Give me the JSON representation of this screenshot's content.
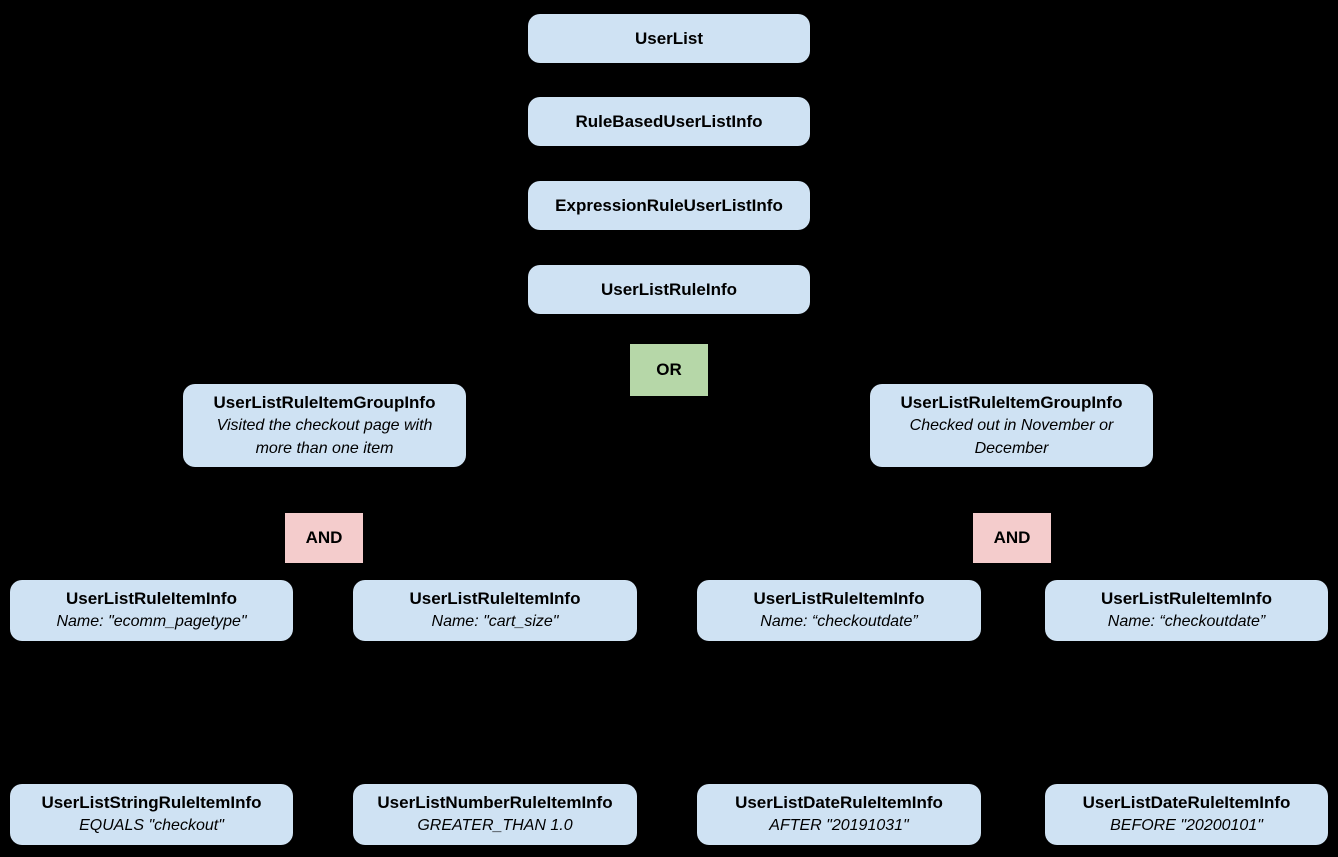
{
  "diagram": {
    "background_color": "#000000",
    "node_color": "#cfe2f3",
    "or_color": "#b6d7a8",
    "and_color": "#f4cccc",
    "text_color": "#000000",
    "title_chain": [
      "UserList",
      "RuleBasedUserListInfo",
      "ExpressionRuleUserListInfo",
      "UserListRuleInfo"
    ],
    "operators": {
      "or": "OR",
      "and": "AND"
    },
    "groups": [
      {
        "title": "UserListRuleItemGroupInfo",
        "subtitle": "Visited the checkout page with more than one item"
      },
      {
        "title": "UserListRuleItemGroupInfo",
        "subtitle": "Checked out in November or December"
      }
    ],
    "rule_items": [
      {
        "title": "UserListRuleItemInfo",
        "subtitle": "Name: \"ecomm_pagetype\""
      },
      {
        "title": "UserListRuleItemInfo",
        "subtitle": "Name: \"cart_size\""
      },
      {
        "title": "UserListRuleItemInfo",
        "subtitle": "Name: “checkoutdate”"
      },
      {
        "title": "UserListRuleItemInfo",
        "subtitle": "Name: “checkoutdate”"
      }
    ],
    "leaf_items": [
      {
        "title": "UserListStringRuleItemInfo",
        "subtitle": "EQUALS \"checkout\""
      },
      {
        "title": "UserListNumberRuleItemInfo",
        "subtitle": "GREATER_THAN 1.0"
      },
      {
        "title": "UserListDateRuleItemInfo",
        "subtitle": "AFTER \"20191031\""
      },
      {
        "title": "UserListDateRuleItemInfo",
        "subtitle": "BEFORE \"20200101\""
      }
    ]
  }
}
